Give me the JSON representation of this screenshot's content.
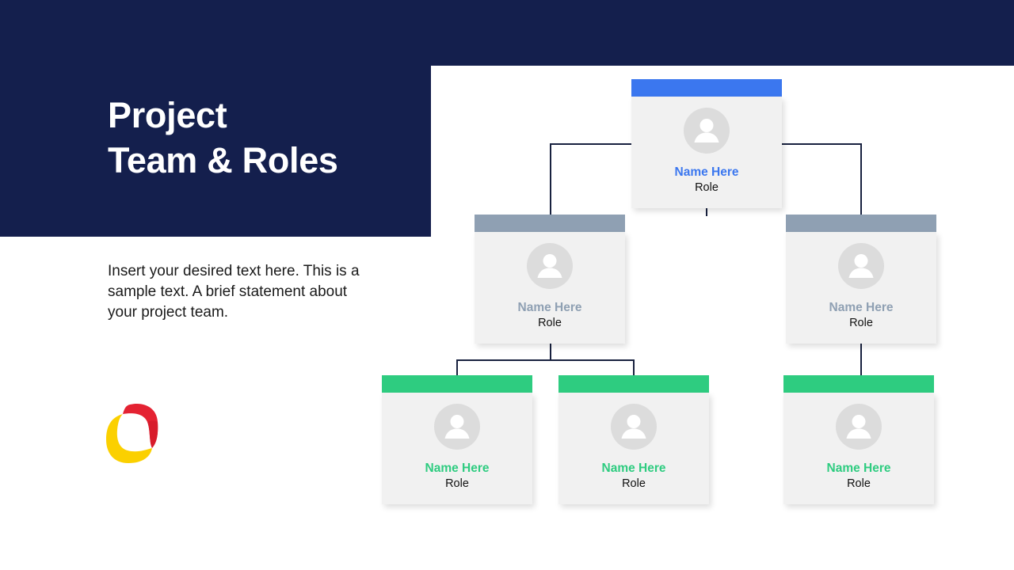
{
  "slide": {
    "title_lines": [
      "Project",
      "Team & Roles"
    ],
    "body_text": "Insert your desired text here. This is a sample text. A brief statement about your project team.",
    "logo_name": "company-logo"
  },
  "colors": {
    "navy": "#141f4d",
    "blue": "#3b77ef",
    "slate": "#8fa0b3",
    "green": "#2ecc80",
    "card_bg": "#f1f1f1",
    "avatar_bg": "#dcdcdc",
    "connector": "#18213f",
    "logo_red": "#e42232",
    "logo_yellow": "#fbd000"
  },
  "org_chart": {
    "nodes": [
      {
        "id": "lead",
        "level": 1,
        "name": "Name Here",
        "role": "Role",
        "accent": "blue",
        "avatar_icon": "person-avatar-icon"
      },
      {
        "id": "mgr-left",
        "level": 2,
        "name": "Name Here",
        "role": "Role",
        "accent": "slate",
        "avatar_icon": "person-avatar-icon"
      },
      {
        "id": "mgr-right",
        "level": 2,
        "name": "Name Here",
        "role": "Role",
        "accent": "slate",
        "avatar_icon": "person-avatar-icon"
      },
      {
        "id": "member-1",
        "level": 3,
        "name": "Name Here",
        "role": "Role",
        "accent": "green",
        "avatar_icon": "person-avatar-icon"
      },
      {
        "id": "member-2",
        "level": 3,
        "name": "Name Here",
        "role": "Role",
        "accent": "green",
        "avatar_icon": "person-avatar-icon"
      },
      {
        "id": "member-3",
        "level": 3,
        "name": "Name Here",
        "role": "Role",
        "accent": "green",
        "avatar_icon": "person-avatar-icon"
      }
    ]
  }
}
